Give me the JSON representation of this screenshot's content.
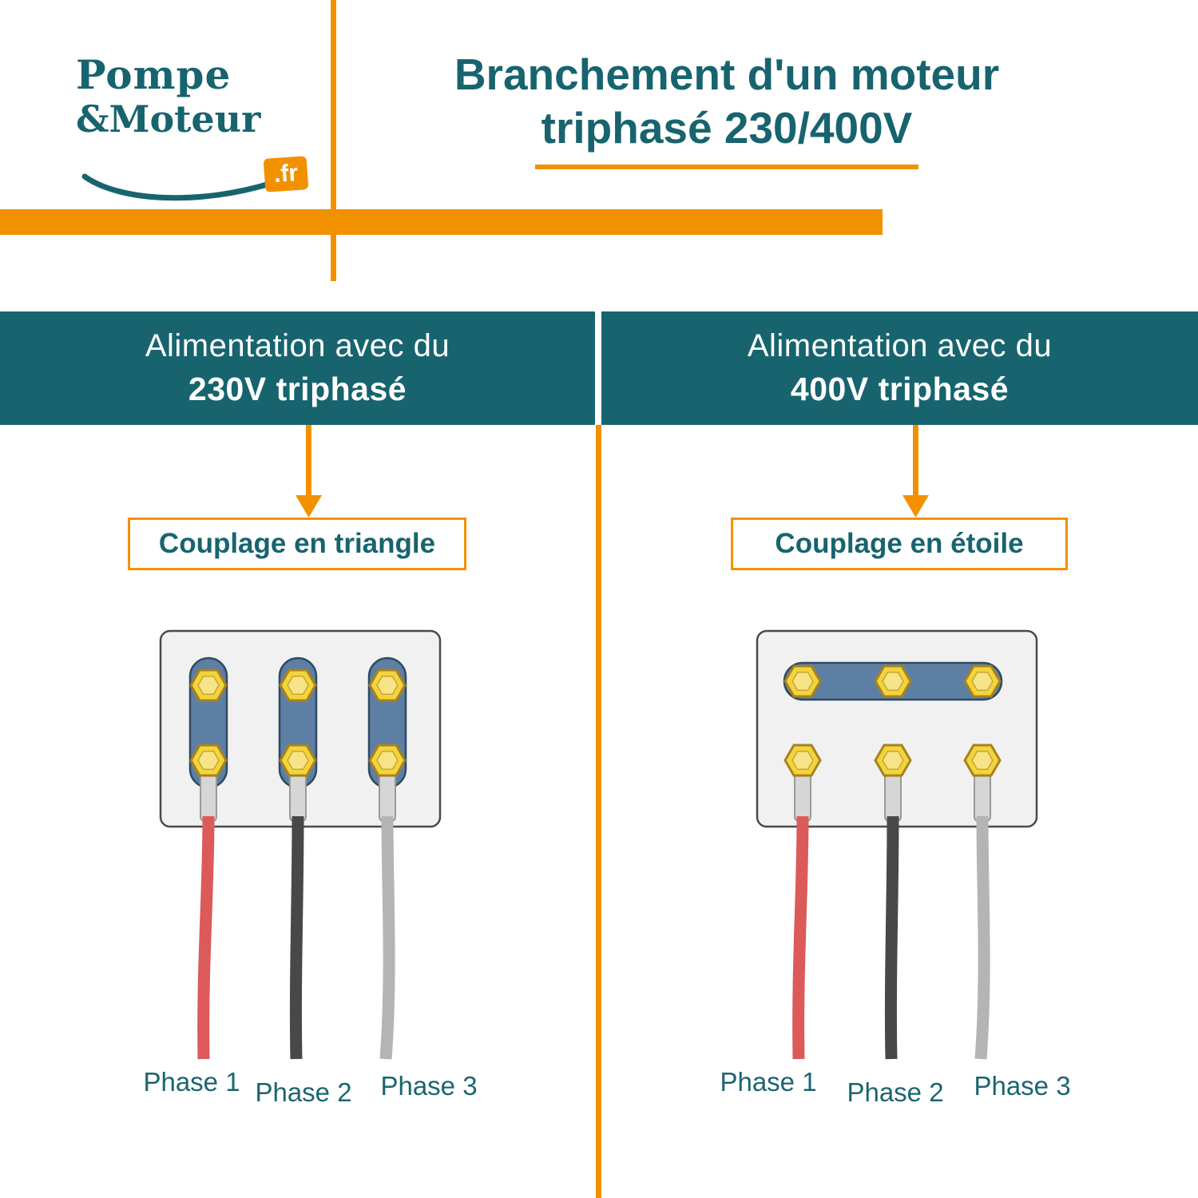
{
  "logo": {
    "word1": "Pompe",
    "word2": "&Moteur",
    "tld": ".fr"
  },
  "title": {
    "line1": "Branchement d'un moteur",
    "line2": "triphasé 230/400V"
  },
  "left_column": {
    "header_line1": "Alimentation avec du",
    "header_line2": "230V triphasé",
    "coupling_label": "Couplage en triangle",
    "phase_labels": [
      "Phase 1",
      "Phase 2",
      "Phase 3"
    ]
  },
  "right_column": {
    "header_line1": "Alimentation avec du",
    "header_line2": "400V triphasé",
    "coupling_label": "Couplage en étoile",
    "phase_labels": [
      "Phase 1",
      "Phase 2",
      "Phase 3"
    ]
  },
  "colors": {
    "teal": "#17646F",
    "orange": "#F29100",
    "wire_red": "#DC5A5A",
    "wire_dark": "#484848",
    "wire_gray": "#B4B4B4",
    "terminal_yellow": "#F2D43C",
    "bar_blue": "#5D7FA3"
  }
}
